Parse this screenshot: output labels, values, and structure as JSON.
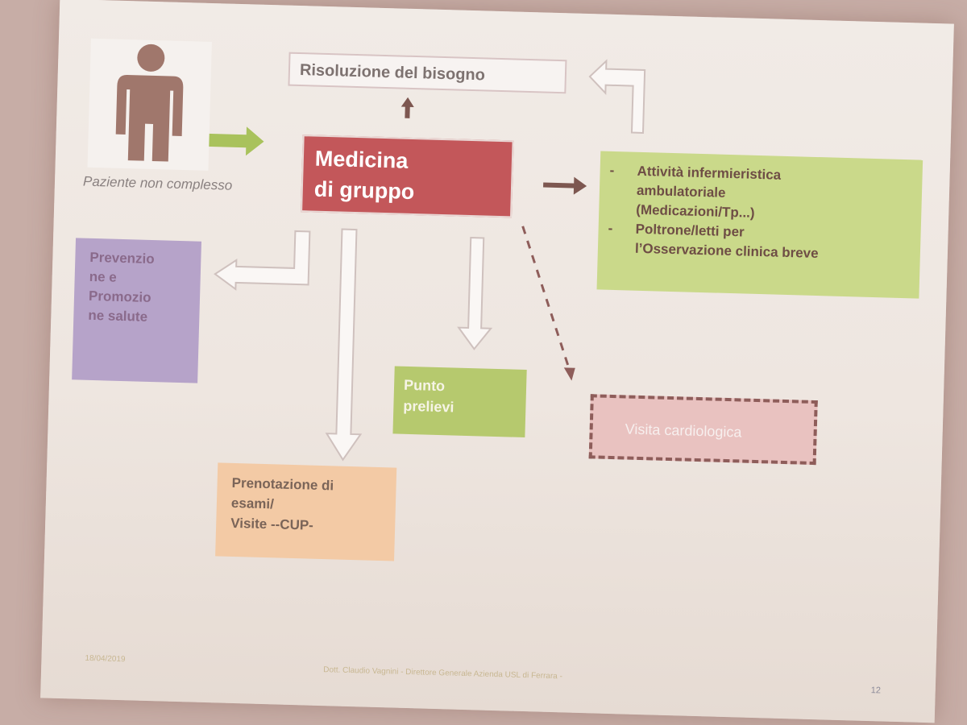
{
  "diagram": {
    "patient_label": "Paziente non complesso",
    "risoluzione": "Risoluzione del bisogno",
    "medicina_line1": "Medicina",
    "medicina_line2": "di gruppo",
    "attivita_items": [
      {
        "dash": "-",
        "lines": [
          "Attività infermieristica",
          "ambulatoriale",
          "(Medicazioni/Tp...)"
        ]
      },
      {
        "dash": "-",
        "lines": [
          "Poltrone/letti per",
          "l’Osservazione clinica breve"
        ]
      }
    ],
    "prevenzione_lines": [
      "Prevenzio",
      "ne e",
      "Promozio",
      "ne salute"
    ],
    "punto_lines": [
      "Punto",
      "prelievi"
    ],
    "visita": "Visita cardiologica",
    "prenotazione_lines": [
      "Prenotazione di",
      "esami/",
      "Visite --CUP-"
    ]
  },
  "footer": {
    "date": "18/04/2019",
    "author": "Dott. Claudio Vagnini -  Direttore Generale Azienda USL di Ferrara -",
    "page": "12"
  },
  "colors": {
    "medicina": "#c3575a",
    "attivita": "#cad98a",
    "prevenzione": "#b6a3c9",
    "punto": "#b6c96e",
    "visita": "#e9c2c0",
    "prenotazione": "#f3caa5",
    "arrow_green": "#a9c25c",
    "arrow_dark": "#7d5750"
  }
}
